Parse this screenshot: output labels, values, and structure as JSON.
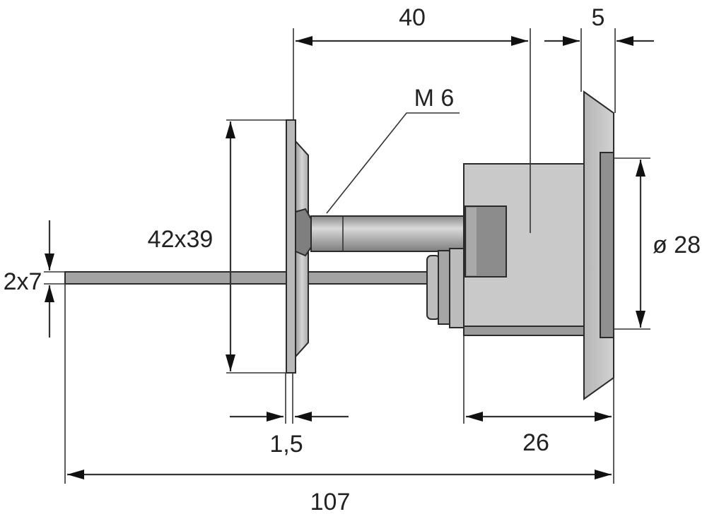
{
  "drawing": {
    "colors": {
      "line": "#333333",
      "arrow": "#111111",
      "part_light": "#c8c8c8",
      "part_mid": "#a9a9a9",
      "part_dark": "#8a8a8a",
      "text": "#222222"
    },
    "dimensions": {
      "width_40": "40",
      "flange_5": "5",
      "thread": "M 6",
      "plate": "42x39",
      "cam": "2x7",
      "diameter": "ø 28",
      "thickness": "1,5",
      "body_26": "26",
      "total": "107"
    }
  }
}
